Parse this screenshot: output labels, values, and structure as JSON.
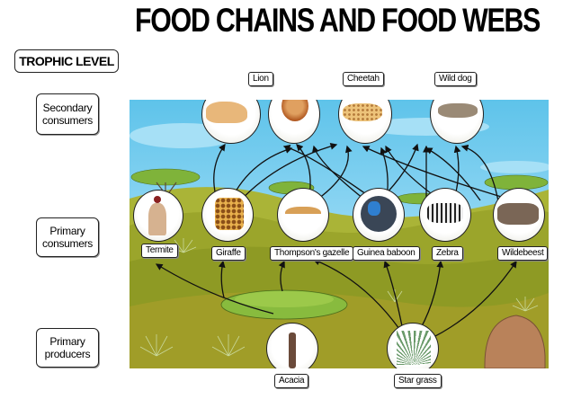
{
  "title": "FOOD CHAINS AND FOOD WEBS",
  "trophic_level_header": "TROPHIC LEVEL",
  "levels": [
    {
      "line1": "Secondary",
      "line2": "consumers"
    },
    {
      "line1": "Primary",
      "line2": "consumers"
    },
    {
      "line1": "Primary",
      "line2": "producers"
    }
  ],
  "secondary_consumers": [
    {
      "label": "Lion",
      "icon": "lioness-icon"
    },
    {
      "label": "",
      "icon": "male-lion-icon"
    },
    {
      "label": "Cheetah",
      "icon": "cheetah-icon"
    },
    {
      "label": "Wild dog",
      "icon": "wild-dog-icon"
    }
  ],
  "primary_consumers": [
    {
      "label": "Termite",
      "icon": "termite-icon"
    },
    {
      "label": "Giraffe",
      "icon": "giraffe-icon"
    },
    {
      "label": "Thompson's gazelle",
      "icon": "gazelle-icon"
    },
    {
      "label": "Guinea baboon",
      "icon": "baboon-icon"
    },
    {
      "label": "Zebra",
      "icon": "zebra-icon"
    },
    {
      "label": "Wildebeest",
      "icon": "wildebeest-icon"
    }
  ],
  "producers": [
    {
      "label": "Acacia",
      "icon": "acacia-tree-icon"
    },
    {
      "label": "Star grass",
      "icon": "star-grass-icon"
    }
  ],
  "colors": {
    "sky": "#5ec3ea",
    "grass": "#9aa326",
    "dark_grass": "#7a8420",
    "tree_canopy": "#7fb33a",
    "outline": "#222222"
  }
}
